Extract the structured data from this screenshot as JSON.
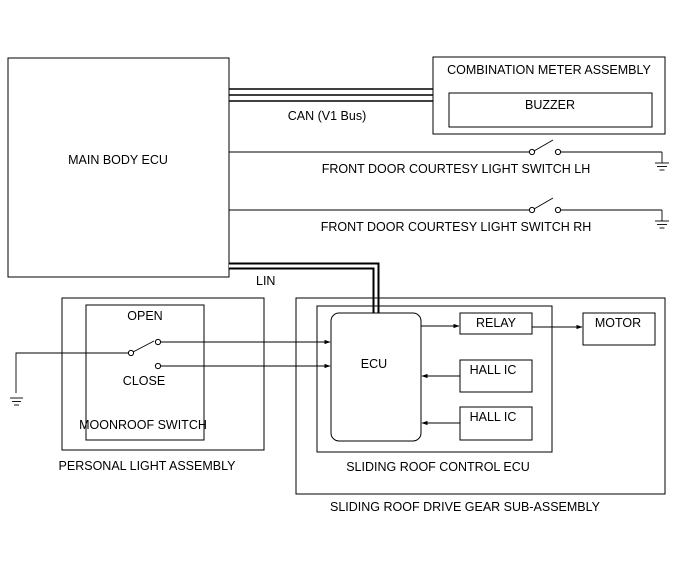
{
  "labels": {
    "main_body_ecu": "MAIN BODY ECU",
    "combination_meter": "COMBINATION METER ASSEMBLY",
    "buzzer": "BUZZER",
    "can_bus": "CAN (V1 Bus)",
    "switch_lh": "FRONT DOOR COURTESY LIGHT SWITCH LH",
    "switch_rh": "FRONT DOOR COURTESY LIGHT SWITCH RH",
    "lin": "LIN",
    "open": "OPEN",
    "close": "CLOSE",
    "moonroof_switch": "MOONROOF SWITCH",
    "personal_light": "PERSONAL LIGHT ASSEMBLY",
    "ecu": "ECU",
    "relay": "RELAY",
    "motor": "MOTOR",
    "hall_ic_1": "HALL IC",
    "hall_ic_2": "HALL IC",
    "sliding_roof_ecu": "SLIDING ROOF CONTROL ECU",
    "drive_gear": "SLIDING ROOF DRIVE GEAR SUB-ASSEMBLY"
  }
}
